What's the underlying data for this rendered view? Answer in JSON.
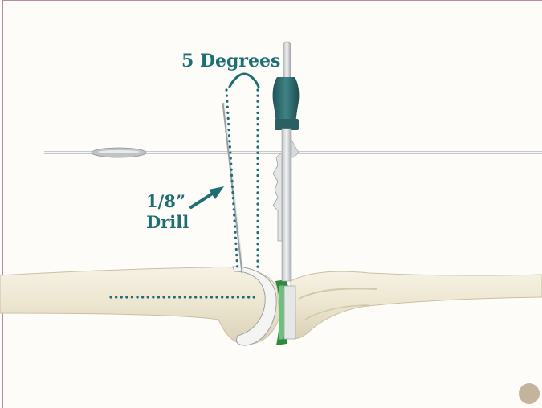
{
  "annotations": {
    "angle_label": "5 Degrees",
    "drill_label_line1": "1/8”",
    "drill_label_line2": "Drill"
  },
  "colors": {
    "annotation_teal": "#1f6e73",
    "bone_cream": "#ede7d3",
    "implant_green": "#2f8a3e",
    "handle_teal": "#2e6a6c",
    "page_marker": "#c4b49b"
  },
  "icons": {
    "page_marker": "circle-page-marker-icon"
  }
}
